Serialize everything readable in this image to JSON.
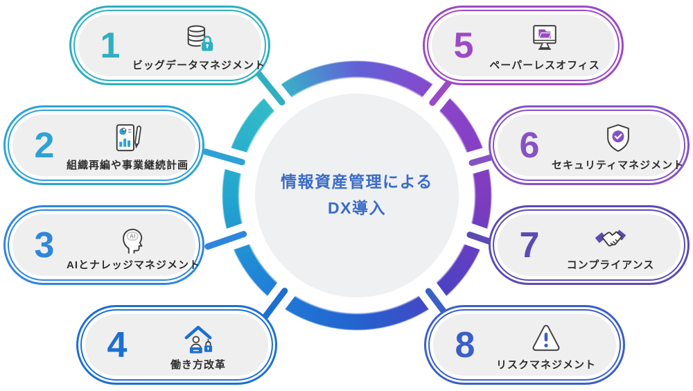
{
  "center": {
    "title_line1": "情報資産管理による",
    "title_line2": "DX導入",
    "text_color": "#3a6bc8",
    "ring_gradient": [
      "#6161d6 0deg",
      "#8c45cc 40deg",
      "#7f3cbe 90deg",
      "#4a41c4 140deg",
      "#2363ce 180deg",
      "#1f7cd8 220deg",
      "#23a6cf 270deg",
      "#34bcc7 320deg",
      "#6161d6 360deg"
    ]
  },
  "capsules": [
    {
      "number": "1",
      "label": "ビッグデータマネジメント",
      "color": "#2fafc0",
      "icon": "database-lock-icon"
    },
    {
      "number": "2",
      "label": "組織再編や事業継続計画",
      "color": "#2ea2d6",
      "icon": "report-pen-icon"
    },
    {
      "number": "3",
      "label": "AIとナレッジマネジメント",
      "color": "#2e86dc",
      "icon": "ai-head-icon",
      "icon_text": "AI"
    },
    {
      "number": "4",
      "label": "働き方改革",
      "color": "#1d6fd1",
      "icon": "remote-work-icon"
    },
    {
      "number": "5",
      "label": "ペーパーレスオフィス",
      "color": "#9c49c6",
      "icon": "monitor-folder-icon"
    },
    {
      "number": "6",
      "label": "セキュリティマネジメント",
      "color": "#8552c6",
      "icon": "shield-check-icon"
    },
    {
      "number": "7",
      "label": "コンプライアンス",
      "color": "#5a4bb4",
      "icon": "handshake-icon"
    },
    {
      "number": "8",
      "label": "リスクマネジメント",
      "color": "#3a60c6",
      "icon": "warning-icon"
    }
  ]
}
